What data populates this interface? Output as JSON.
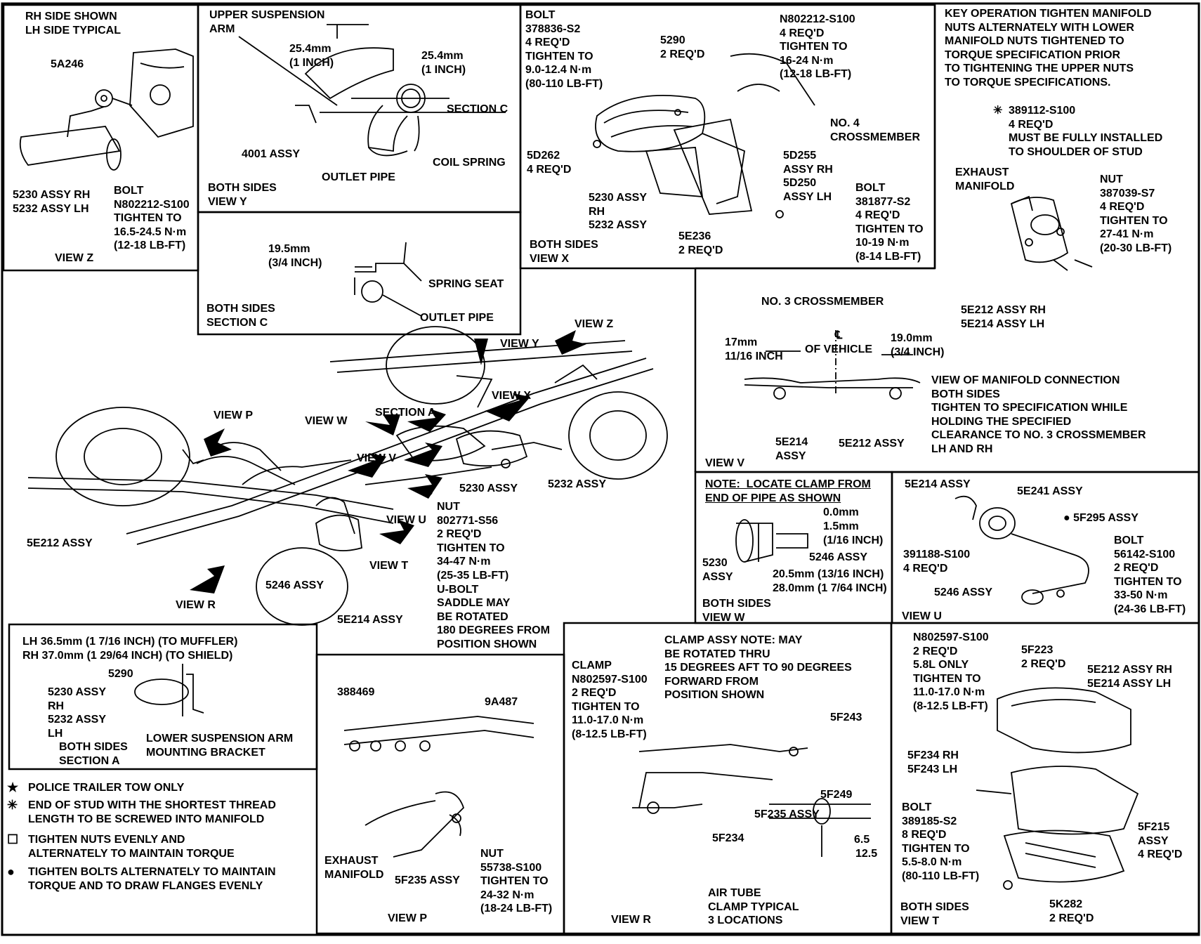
{
  "colors": {
    "ink": "#000000",
    "paper": "#ffffff"
  },
  "panels": {
    "view_z": {
      "header": "RH SIDE SHOWN\nLH SIDE TYPICAL",
      "part": "5A246",
      "assy": "5230 ASSY RH\n5232 ASSY LH",
      "bolt": "BOLT\nN802212-S100\nTIGHTEN TO\n16.5-24.5 N·m\n(12-18 LB-FT)",
      "view": "VIEW Z"
    },
    "view_y": {
      "arm": "UPPER SUSPENSION\nARM",
      "dim1": "25.4mm\n(1 INCH)",
      "dim2": "25.4mm\n(1 INCH)",
      "section": "SECTION C",
      "assy": "4001 ASSY",
      "outlet": "OUTLET PIPE",
      "spring": "COIL SPRING",
      "footer": "BOTH SIDES\nVIEW Y"
    },
    "section_c": {
      "dim": "19.5mm\n(3/4 INCH)",
      "seat": "SPRING SEAT",
      "pipe": "OUTLET PIPE",
      "footer": "BOTH SIDES\nSECTION C"
    },
    "view_x": {
      "bolt1": "BOLT\n378836-S2\n4 REQ'D\nTIGHTEN TO\n9.0-12.4 N·m\n(80-110 LB-FT)",
      "part5290": "5290\n2 REQ'D",
      "n802212": "N802212-S100\n4 REQ'D\nTIGHTEN TO\n16-24 N·m\n(12-18 LB-FT)",
      "cross4": "NO. 4\nCROSSMEMBER",
      "d262": "5D262\n4 REQ'D",
      "assy5230": "5230 ASSY\nRH\n5232 ASSY",
      "d255": "5D255\nASSY RH\n5D250\nASSY LH",
      "bolt2": "BOLT\n381877-S2\n4 REQ'D\nTIGHTEN TO\n10-19 N·m\n(8-14 LB-FT)",
      "e236": "5E236\n2 REQ'D",
      "footer": "BOTH SIDES\nVIEW X"
    },
    "key_op": {
      "note": "KEY OPERATION TIGHTEN MANIFOLD\nNUTS ALTERNATELY WITH LOWER\nMANIFOLD NUTS TIGHTENED TO\nTORQUE SPECIFICATION PRIOR\nTO TIGHTENING THE UPPER NUTS\nTO TORQUE SPECIFICATIONS.",
      "stud": "389112-S100\n4 REQ'D\nMUST BE FULLY INSTALLED\nTO SHOULDER OF STUD",
      "manifold": "EXHAUST\nMANIFOLD",
      "nut": "NUT\n387039-S7\n4 REQ'D\nTIGHTEN TO\n27-41 N·m\n(20-30 LB-FT)",
      "assy": "5E212 ASSY RH\n5E214 ASSY LH"
    },
    "view_v": {
      "cross3": "NO. 3 CROSSMEMBER",
      "dim1": "17mm\n11/16 INCH",
      "cl": "℄\nOF VEHICLE",
      "dim2": "19.0mm\n(3/4 INCH)",
      "note": "VIEW OF MANIFOLD CONNECTION\nBOTH SIDES\nTIGHTEN TO SPECIFICATION WHILE\nHOLDING THE SPECIFIED\nCLEARANCE TO NO. 3 CROSSMEMBER\nLH AND RH",
      "e214": "5E214\nASSY",
      "e212": "5E212 ASSY",
      "view": "VIEW V"
    },
    "main": {
      "view_z": "VIEW Z",
      "view_y": "VIEW Y",
      "view_x": "VIEW X",
      "view_p": "VIEW P",
      "view_w": "VIEW W",
      "section_a": "SECTION A",
      "view_v": "VIEW V",
      "a5230": "5230 ASSY",
      "a5232": "5232 ASSY",
      "nut": "NUT\n802771-S56\n2 REQ'D\nTIGHTEN TO\n34-47 N·m\n(25-35 LB-FT)\nU-BOLT\nSADDLE MAY\nBE ROTATED\n180 DEGREES FROM\nPOSITION SHOWN",
      "view_u": "VIEW U",
      "e212": "5E212 ASSY",
      "view_t": "VIEW T",
      "a5246": "5246 ASSY",
      "e214": "5E214 ASSY",
      "view_r": "VIEW R"
    },
    "view_w": {
      "note": "NOTE:  LOCATE CLAMP FROM\nEND OF PIPE AS SHOWN",
      "d0": "0.0mm",
      "d1": "1.5mm\n(1/16 INCH)",
      "a5230": "5230\nASSY",
      "a5246": "5246 ASSY",
      "d2": "20.5mm (13/16 INCH)",
      "d3": "28.0mm (1 7/64 INCH)",
      "footer": "BOTH SIDES\nVIEW W"
    },
    "view_u": {
      "e214": "5E214 ASSY",
      "e241": "5E241 ASSY",
      "f295": "5F295 ASSY",
      "s391188": "391188-S100\n4 REQ'D",
      "bolt": "BOLT\n56142-S100\n2 REQ'D\nTIGHTEN TO\n33-50 N·m\n(24-36 LB-FT)",
      "a5246": "5246 ASSY",
      "view": "VIEW U"
    },
    "section_a": {
      "spec": "LH 36.5mm (1 7/16 INCH) (TO MUFFLER)\nRH 37.0mm (1 29/64 INCH) (TO SHIELD)",
      "p5290": "5290",
      "assy": "5230 ASSY\nRH\n5232 ASSY\nLH",
      "bracket": "LOWER SUSPENSION ARM\nMOUNTING BRACKET",
      "footer": "BOTH SIDES\nSECTION A"
    },
    "legend": [
      {
        "symbol": "★",
        "text": "POLICE TRAILER TOW ONLY"
      },
      {
        "symbol": "✳",
        "text": "END OF STUD WITH THE SHORTEST THREAD\nLENGTH TO BE SCREWED INTO MANIFOLD"
      },
      {
        "symbol": "☐",
        "text": "TIGHTEN NUTS EVENLY AND\nALTERNATELY TO MAINTAIN TORQUE"
      },
      {
        "symbol": "●",
        "text": "TIGHTEN BOLTS ALTERNATELY TO MAINTAIN\nTORQUE AND TO DRAW FLANGES EVENLY"
      }
    ],
    "view_p": {
      "p388469": "388469",
      "p9a487": "9A487",
      "manifold": "EXHAUST\nMANIFOLD",
      "f235": "5F235 ASSY",
      "nut": "NUT\n55738-S100\nTIGHTEN TO\n24-32 N·m\n(18-24 LB-FT)",
      "view": "VIEW P"
    },
    "view_r": {
      "clamp": "CLAMP\nN802597-S100\n2 REQ'D\nTIGHTEN TO\n11.0-17.0 N·m\n(8-12.5 LB-FT)",
      "note": "CLAMP ASSY NOTE: MAY\nBE ROTATED THRU\n15 DEGREES AFT TO 90 DEGREES\nFORWARD FROM\nPOSITION SHOWN",
      "f243": "5F243",
      "f249": "5F249",
      "f235": "5F235 ASSY",
      "f234": "5F234",
      "d1": "6.5",
      "d2": "12.5",
      "air": "AIR TUBE\nCLAMP TYPICAL\n3 LOCATIONS",
      "view": "VIEW R"
    },
    "view_t": {
      "n802597": "N802597-S100\n2 REQ'D\n5.8L ONLY\nTIGHTEN TO\n11.0-17.0 N·m\n(8-12.5 LB-FT)",
      "f223": "5F223\n2 REQ'D",
      "e212": "5E212 ASSY RH\n5E214 ASSY LH",
      "f234": "5F234 RH\n5F243 LH",
      "bolt": "BOLT\n389185-S2\n8 REQ'D\nTIGHTEN TO\n5.5-8.0 N·m\n(80-110 LB-FT)",
      "f215": "5F215\nASSY\n4 REQ'D",
      "k282": "5K282\n2 REQ'D",
      "footer": "BOTH SIDES\nVIEW T"
    }
  }
}
